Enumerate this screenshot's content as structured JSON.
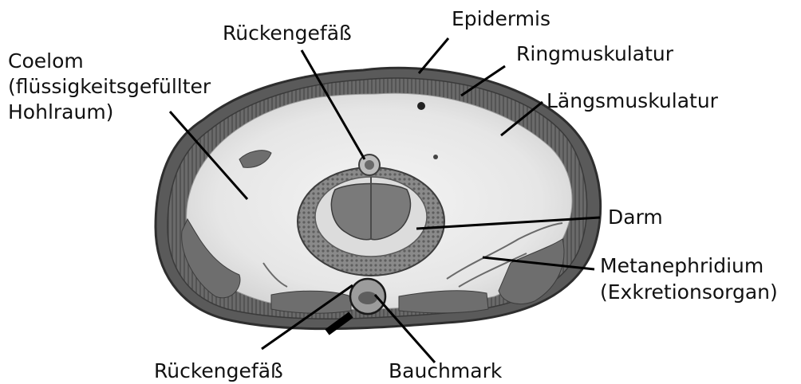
{
  "labels": {
    "epidermis": "Epidermis",
    "rueckengefaess_top": "Rückengefäß",
    "coelom_line1": "Coelom",
    "coelom_line2": "(flüssigkeitsgefüllter",
    "coelom_line3": "Hohlraum)",
    "ringmuskulatur": "Ringmuskulatur",
    "laengsmuskulatur": "Längsmuskulatur",
    "darm": "Darm",
    "metanephridium_line1": "Metanephridium",
    "metanephridium_line2": "(Exkretionsorgan)",
    "rueckengefaess_bottom": "Rückengefäß",
    "bauchmark": "Bauchmark"
  }
}
